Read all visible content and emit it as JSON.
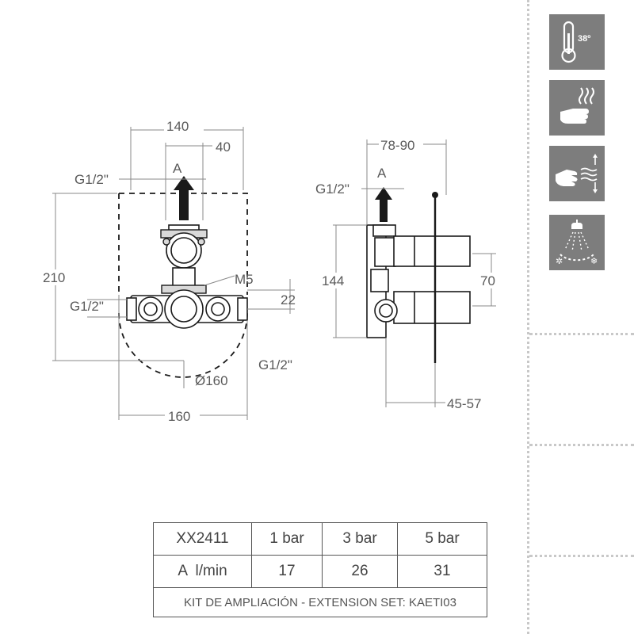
{
  "front_view": {
    "dim_width_top": "140",
    "dim_width_inner": "40",
    "thread_top": "G1/2\"",
    "flow_label": "A",
    "dim_height": "210",
    "screw_label": "M5",
    "dim_side": "22",
    "thread_left": "G1/2\"",
    "thread_right": "G1/2\"",
    "diameter": "Ø160",
    "dim_width_bottom": "160"
  },
  "side_view": {
    "dim_depth_top": "78-90",
    "thread_top": "G1/2\"",
    "flow_label": "A",
    "dim_height": "144",
    "dim_spacing": "70",
    "dim_depth_bottom": "45-57"
  },
  "icons": [
    {
      "name": "thermometer-icon",
      "label": "38º"
    },
    {
      "name": "hand-heat-icon"
    },
    {
      "name": "hand-flow-icon"
    },
    {
      "name": "shower-cold-icon"
    }
  ],
  "colors": {
    "icon_bg": "#7d7d7d",
    "line": "#1a1a1a",
    "dimension": "#5a5a5a"
  },
  "spec_table": {
    "header": [
      "XX2411",
      "1 bar",
      "3 bar",
      "5 bar"
    ],
    "flow_row": [
      "A  l/min",
      "17",
      "26",
      "31"
    ],
    "footer": "KIT DE AMPLIACIÓN - EXTENSION SET: KAETI03"
  }
}
